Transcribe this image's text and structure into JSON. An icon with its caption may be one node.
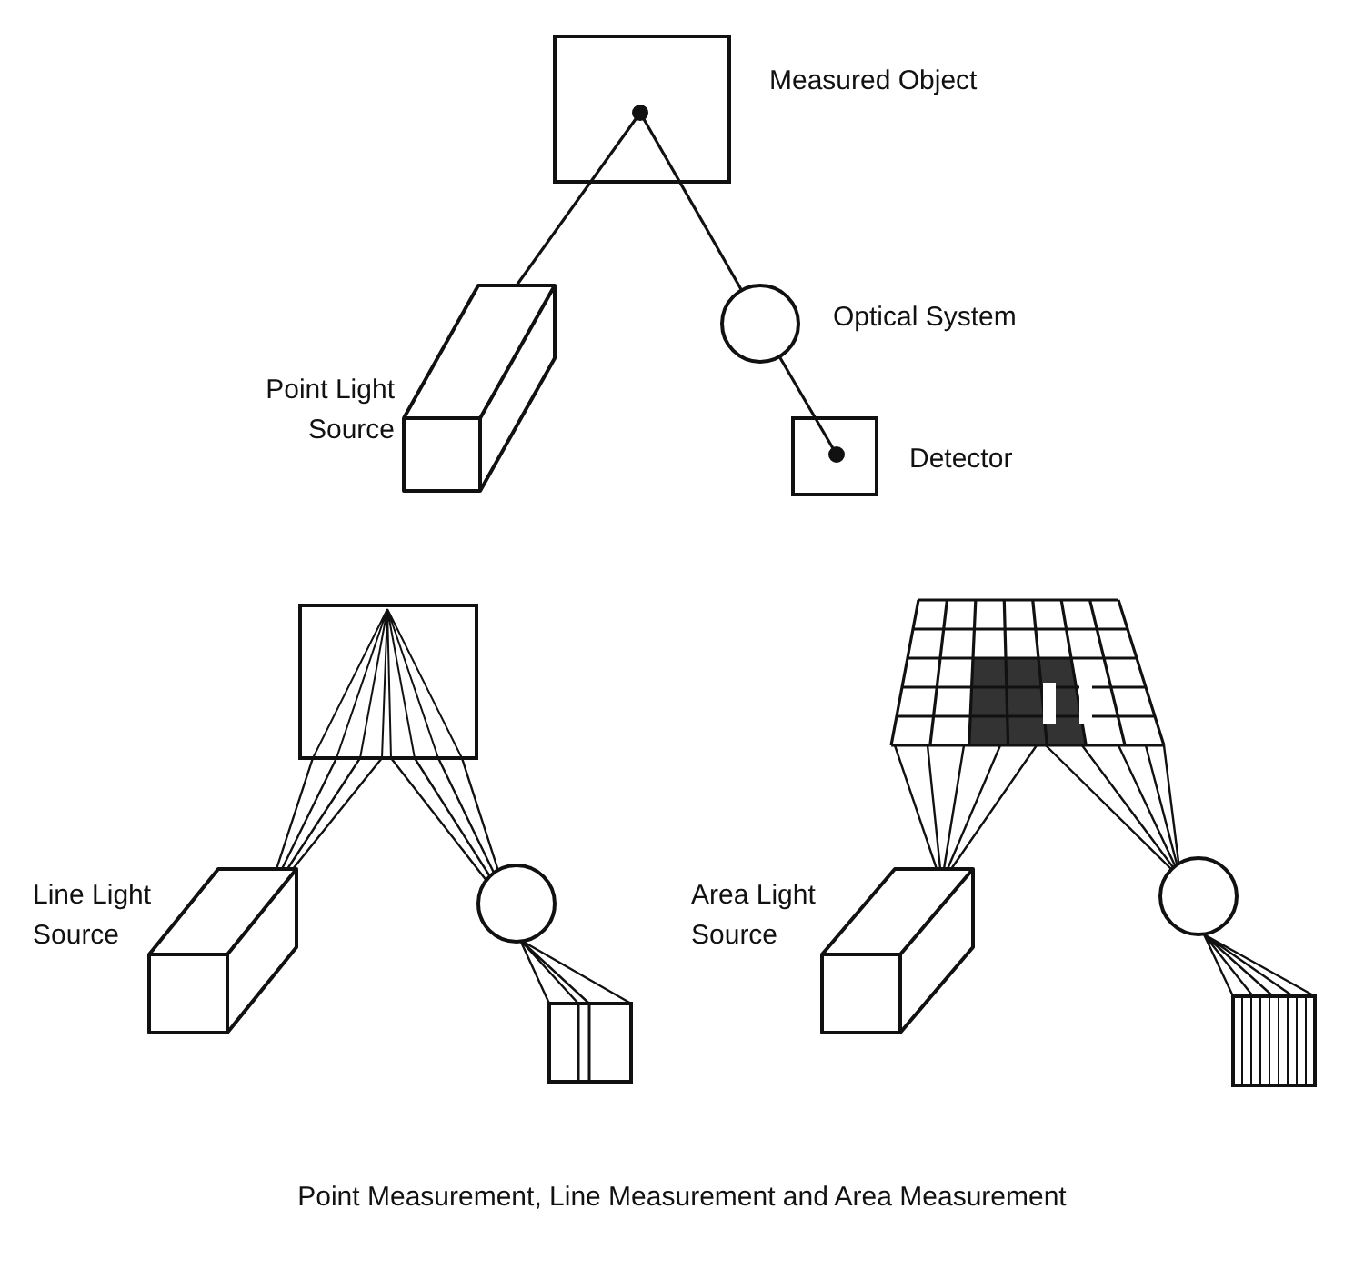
{
  "diagram": {
    "caption": "Point Measurement, Line Measurement and Area Measurement",
    "nodes": [
      {
        "text": [
          "Measured Object"
        ]
      },
      {
        "text": [
          "Optical System"
        ]
      },
      {
        "text": [
          "Point Light Source"
        ]
      },
      {
        "text": [
          "Detector"
        ]
      },
      {
        "text": [],
        "shape": "box"
      },
      {
        "text": [],
        "shape": "box"
      },
      {
        "text": [
          "Line Light Source"
        ]
      },
      {
        "text": [],
        "shape": "circle"
      },
      {
        "text": [
          "Area Light Source"
        ]
      },
      {
        "text": [],
        "shape": "circle"
      },
      {
        "text": [],
        "shape": "box"
      },
      {
        "text": [],
        "shape": "box"
      }
    ],
    "edges": [
      {
        "from": 2,
        "to": 0,
        "arrow": "none"
      },
      {
        "from": 0,
        "to": 1,
        "arrow": "none"
      },
      {
        "from": 1,
        "to": 3,
        "arrow": "none"
      },
      {
        "from": 6,
        "to": 4,
        "arrow": "none"
      },
      {
        "from": 4,
        "to": 7,
        "arrow": "none"
      },
      {
        "from": 7,
        "to": 10,
        "arrow": "none"
      },
      {
        "from": 8,
        "to": 5,
        "arrow": "none"
      },
      {
        "from": 5,
        "to": 9,
        "arrow": "none"
      },
      {
        "from": 9,
        "to": 11,
        "arrow": "none"
      }
    ]
  }
}
